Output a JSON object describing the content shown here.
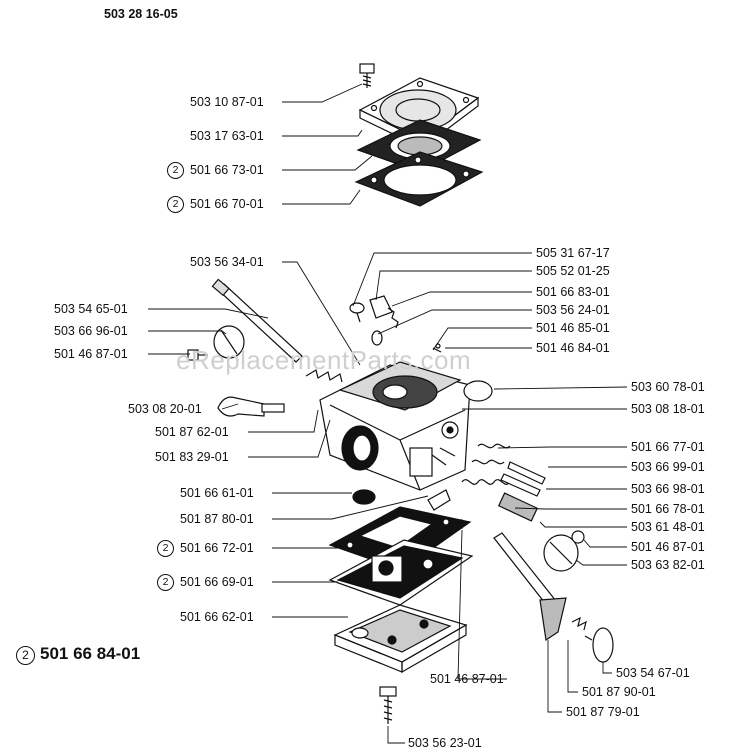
{
  "header": {
    "part_number": "503 28 16-05"
  },
  "watermark": "eReplacementParts.com",
  "kit": {
    "circle": "2",
    "label": "501 66 84-01"
  },
  "labels": {
    "l_503_10_87": "503 10 87-01",
    "l_503_17_63": "503 17 63-01",
    "l_501_66_73": "501 66 73-01",
    "l_501_66_70": "501 66 70-01",
    "l_503_56_34": "503 56 34-01",
    "l_503_54_65": "503 54 65-01",
    "l_503_66_96": "503 66 96-01",
    "l_501_46_87_a": "501 46 87-01",
    "l_503_08_20": "503 08 20-01",
    "l_501_87_62": "501 87 62-01",
    "l_501_83_29": "501 83 29-01",
    "l_501_66_61": "501 66 61-01",
    "l_501_87_80": "501 87 80-01",
    "l_501_66_72": "501 66 72-01",
    "l_501_66_69": "501 66 69-01",
    "l_501_66_62": "501 66 62-01",
    "l_505_31_67": "505 31 67-17",
    "l_505_52_01": "505 52 01-25",
    "l_501_66_83": "501 66 83-01",
    "l_503_56_24": "503 56 24-01",
    "l_501_46_85": "501 46 85-01",
    "l_501_46_84": "501 46 84-01",
    "l_503_60_78": "503 60 78-01",
    "l_503_08_18": "503 08 18-01",
    "l_501_66_77": "501 66 77-01",
    "l_503_66_99": "503 66 99-01",
    "l_503_66_98": "503 66 98-01",
    "l_501_66_78": "501 66 78-01",
    "l_503_61_48": "503 61 48-01",
    "l_501_46_87_b": "501 46 87-01",
    "l_503_63_82": "503 63 82-01",
    "l_503_54_67": "503 54 67-01",
    "l_501_46_87_c": "501 46 87-01",
    "l_501_87_90": "501 87 90-01",
    "l_501_87_79": "501 87 79-01",
    "l_503_56_23": "503 56 23-01",
    "circle_mark": "2"
  }
}
